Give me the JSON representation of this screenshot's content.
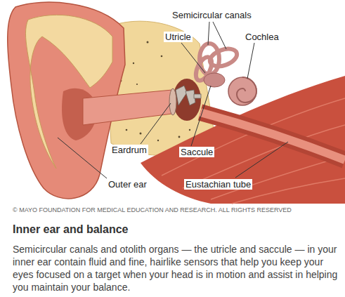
{
  "diagram": {
    "title": "Inner ear and balance",
    "caption": "Semicircular canals and otolith organs — the utricle and saccule — in your inner ear contain fluid and fine, hairlike sensors that help you keep your eyes focused on a target when your head is in motion and assist in helping you maintain your balance.",
    "labels": [
      "Semicircular canals",
      "Utricle",
      "Cochlea",
      "Eardrum",
      "Saccule",
      "Outer ear",
      "Eustachian tube",
      "© MAYO FOUNDATION FOR MEDICAL EDUCATION AND RESEARCH. ALL RIGHTS RESERVED"
    ]
  }
}
